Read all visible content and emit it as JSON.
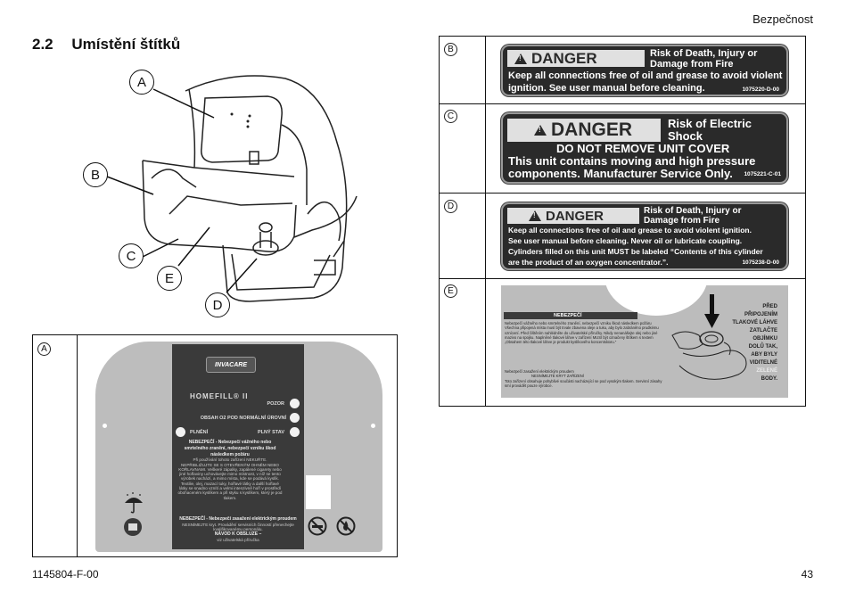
{
  "header": {
    "section_name": "Bezpečnost"
  },
  "section": {
    "number": "2.2",
    "title": "Umístění štítků"
  },
  "footer": {
    "doc_code": "1145804-F-00",
    "page": "43"
  },
  "callouts": [
    "A",
    "B",
    "C",
    "E",
    "D"
  ],
  "label_a": {
    "letter": "A",
    "logo": "INVACARE",
    "product": "HOMEFILL",
    "product_mark": "® II",
    "pozor": "POZOR",
    "obsah": "OBSAH O2 POD NORMÁLNÍ ÚROVNÍ",
    "plneni": "PLNĚNÍ",
    "plny_stav": "PLNÝ STAV",
    "warn1_title": "NEBEZPEČÍ - Nebezpečí vážného nebo smrtelného zranění, nebezpečí vzniku škod následkem požáru",
    "warn1_body": "Při používání tohoto zařízení NEKUŘTE. NEPŘIBLIŽUJTE SE S OTEVŘENÝM OHNĚM NEBO KOŘLAVNAMI. Veškeré zápalky, zapálené cigarety nebo jiné hořlaviny uchovávejte mimo místnost, v níž se tento výrobek nachází, a mimo místa, kde se podává kyslík. Textilie, olej, mazací tuky, hořlavé látky a další hořlavé látky se snadno vznítí a velmi intenzivně hoří v prostředí obohaceném kyslíkem a při styku s kyslíkem, který je pod tlakem.",
    "warn2_title": "NEBEZPEČÍ - Nebezpečí zasažení elektrickým proudem",
    "warn2_body": "NESNÍMEJTE kryt. Provádění servisních činností přenechejte kvalifikovanému personálu.",
    "navod": "NÁVOD K OBSLUZE –",
    "navod_sub": "viz uživatelská příručka"
  },
  "label_b": {
    "letter": "B",
    "danger": "DANGER",
    "risk": "Risk of Death, Injury or Damage from Fire",
    "line1": "Keep all connections free of oil and grease to avoid violent",
    "line2": "ignition. See user manual before cleaning.",
    "code": "1075220-D-00"
  },
  "label_c": {
    "letter": "C",
    "danger": "DANGER",
    "risk": "Risk of Electric Shock",
    "line1": "DO NOT REMOVE UNIT COVER",
    "line2": "This unit contains moving and high pressure",
    "line3": "components. Manufacturer Service Only.",
    "code": "1075221-C-01"
  },
  "label_d": {
    "letter": "D",
    "danger": "DANGER",
    "risk": "Risk of Death, Injury or Damage from Fire",
    "line1": "Keep all connections free of oil and grease to avoid violent ignition.",
    "line2": "See user manual before cleaning. Never oil or lubricate coupling.",
    "line3": "Cylinders filled on this unit MUST be labeled “Contents of this cylinder",
    "line4": "are the product of an oxygen concentrator.”.",
    "code": "1075238-D-00"
  },
  "label_e": {
    "letter": "E",
    "warn": "NEBEZPEČÍ",
    "t1": "Nebezpečí vážného nebo smrtelného zranění, nebezpečí vzniku škod následkem požáru",
    "t2": "Všechna připojená místa musí být trvale zbavena oleje a tuku, aby bylo zabráněno prudkému vznícení. Před čištěním nahlédněte do uživatelské příručky. Nikdy nenanášejte olej nebo jiné mazivo na spojku. Naplněné tlakové láhve v zařízení MUSÍ být označeny štítkem s textem „Obsahem této tlakové láhve je produkt kyslíkového koncentrátoru.“",
    "t3": "Nebezpečí zasažení elektrickým proudem",
    "t4": "NESNÍMEJTE KRYT ZAŘÍZENÍ",
    "t5": "Toto zařízení obsahuje pohyblivé součásti nacházející se pod vysokým tlakem. Servisní zásahy smí provádět pouze výrobce.",
    "right_lines": [
      "PŘED",
      "PŘIPOJENÍM",
      "TLAKOVÉ LÁHVE",
      "ZATLAČTE",
      "OBJÍMKU",
      "DOLŮ TAK,",
      "ABY BYLY",
      "VIDITELNÉ"
    ],
    "green": "ZELENÉ",
    "body_word": "BODY."
  }
}
